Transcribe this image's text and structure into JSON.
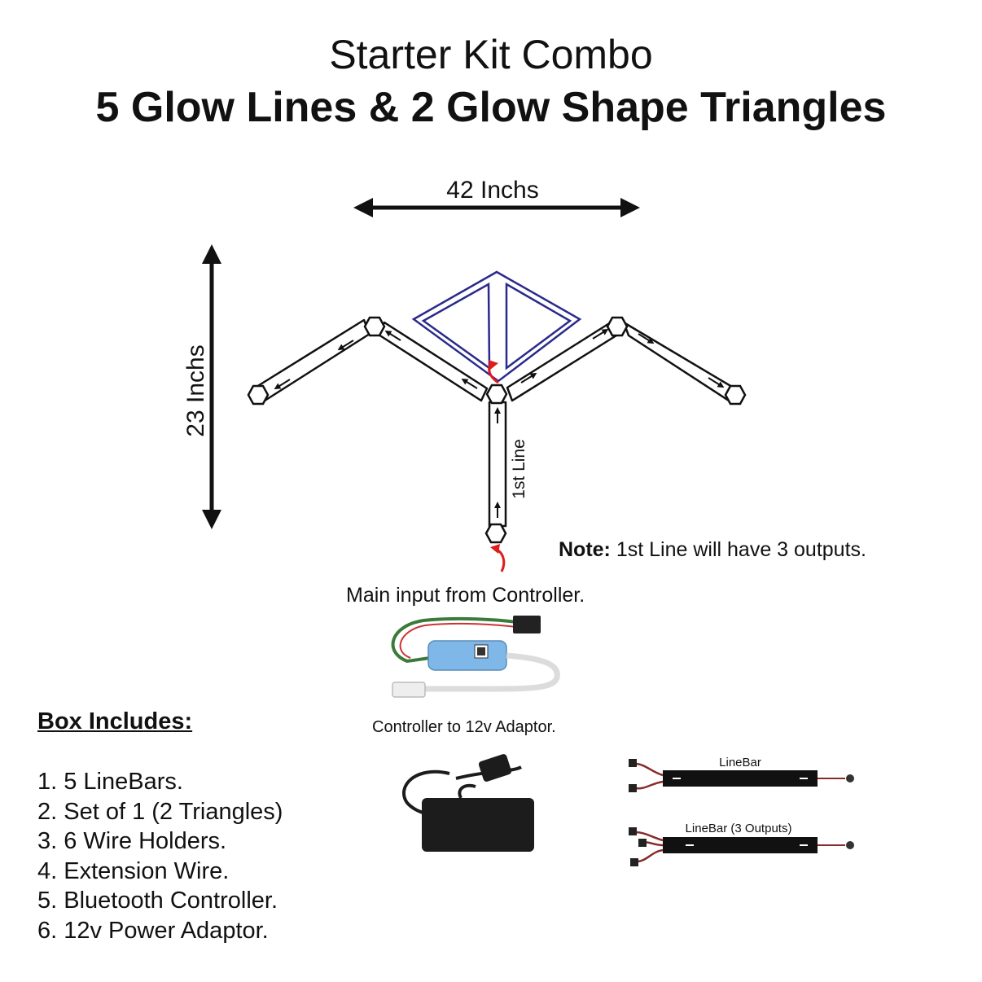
{
  "title": {
    "line1": "Starter Kit Combo",
    "line2": "5 Glow Lines & 2 Glow Shape Triangles"
  },
  "dimensions": {
    "width_label": "42 Inchs",
    "height_label": "23 Inchs"
  },
  "first_line_label": "1st Line",
  "note": {
    "prefix": "Note:",
    "text": " 1st Line will have 3 outputs."
  },
  "main_input_label": "Main input from Controller.",
  "controller_to_adaptor_label": "Controller to 12v Adaptor.",
  "linebar_labels": {
    "single": "LineBar",
    "three_outputs": "LineBar (3 Outputs)"
  },
  "box_includes": {
    "heading": "Box Includes:",
    "items": [
      "1. 5 LineBars.",
      "2. Set of 1 (2 Triangles)",
      "3. 6 Wire Holders.",
      "4. Extension Wire.",
      "5. Bluetooth Controller.",
      "6. 12v Power Adaptor."
    ]
  },
  "colors": {
    "text": "#111111",
    "triangle_outline": "#2a2a8c",
    "input_arrow": "#e01b1b",
    "controller_body": "#7fb8e8",
    "adaptor_body": "#1c1c1c"
  }
}
